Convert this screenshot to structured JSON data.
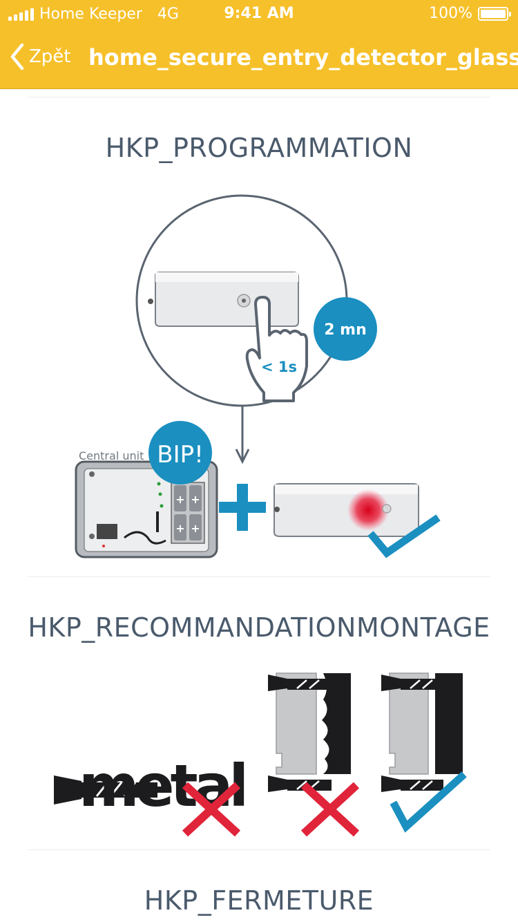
{
  "status": {
    "carrier": "Home Keeper",
    "network": "4G",
    "time": "9:41 AM",
    "battery": "100%"
  },
  "nav": {
    "back_label": "Zpět",
    "title": "home_secure_entry_detector_glass"
  },
  "sections": [
    {
      "title": "HKP_PROGRAMMATION"
    },
    {
      "title": "HKP_RECOMMANDATIONMONTAGE"
    },
    {
      "title": "HKP_FERMETURE"
    }
  ],
  "programming": {
    "timer_label": "2 mn",
    "press_label": "< 1s",
    "beep_label": "BIP!",
    "central_label": "Central unit"
  },
  "mounting": {
    "metal_label": "metal"
  },
  "colors": {
    "header": "#f6c02a",
    "accent_blue": "#1a8fc0",
    "error_red": "#e0243a",
    "title_text": "#4a5a6c"
  }
}
